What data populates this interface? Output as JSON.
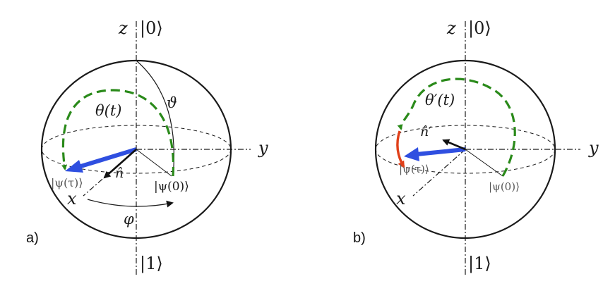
{
  "colors": {
    "sphere": "#1a1a1a",
    "trajectory": "#2a8a1a",
    "state_vector": "#2f4fe0",
    "axis_vector": "#111111",
    "correction": "#e0401a"
  },
  "panels": [
    {
      "id": "a",
      "label": "a)",
      "ket_zero": "|0⟩",
      "ket_one": "|1⟩",
      "axis_z": "z",
      "axis_y": "y",
      "axis_x": "x",
      "theta": "θ(t)",
      "polar_angle": "ϑ",
      "azimuth": "φ",
      "normal": "n̂",
      "psi_tau": "|ψ(τ)⟩",
      "psi_zero": "|ψ(0)⟩"
    },
    {
      "id": "b",
      "label": "b)",
      "ket_zero": "|0⟩",
      "ket_one": "|1⟩",
      "axis_z": "z",
      "axis_y": "y",
      "axis_x": "x",
      "theta": "θ′(t)",
      "normal": "n̂′",
      "psi_tau": "|ψ(τ)⟩",
      "psi_zero": "|ψ(0)⟩"
    }
  ]
}
